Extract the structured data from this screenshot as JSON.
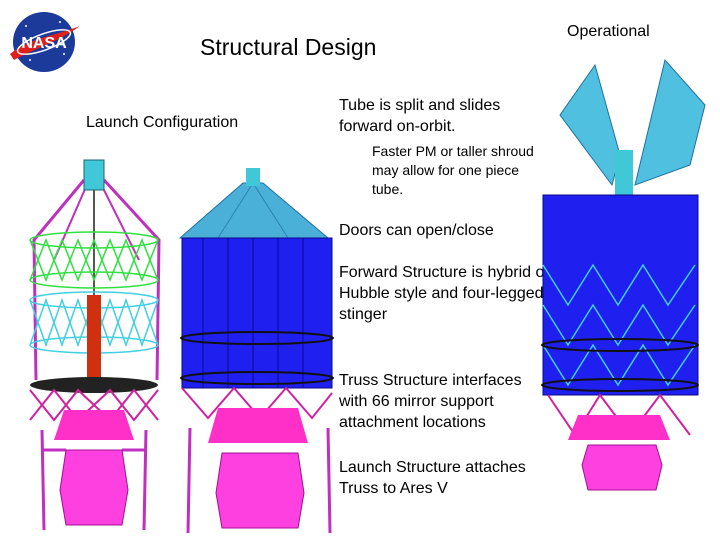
{
  "logo": {
    "text": "NASA"
  },
  "slide": {
    "title": "Structural Design",
    "launch_label": "Launch Configuration",
    "operational_label": "Operational"
  },
  "bullets": [
    {
      "text": "Tube is split and slides forward on-orbit."
    },
    {
      "text": "Faster PM or taller shroud may allow for one piece tube."
    },
    {
      "text": "Doors can open/close"
    },
    {
      "text": "Forward Structure is hybrid of Hubble style and four-legged stinger"
    },
    {
      "text": "Truss Structure interfaces with 66 mirror support attachment locations"
    },
    {
      "text": "Launch Structure attaches Truss to Ares V"
    }
  ],
  "colors": {
    "tube_blue": "#1f1ff0",
    "truss_cyan": "#3fd0e0",
    "strut_magenta": "#d020c0",
    "base_pink": "#ff30c8",
    "green_truss": "#30e040",
    "red_core": "#d03010",
    "shroud_cyan": "#48b8d8"
  }
}
